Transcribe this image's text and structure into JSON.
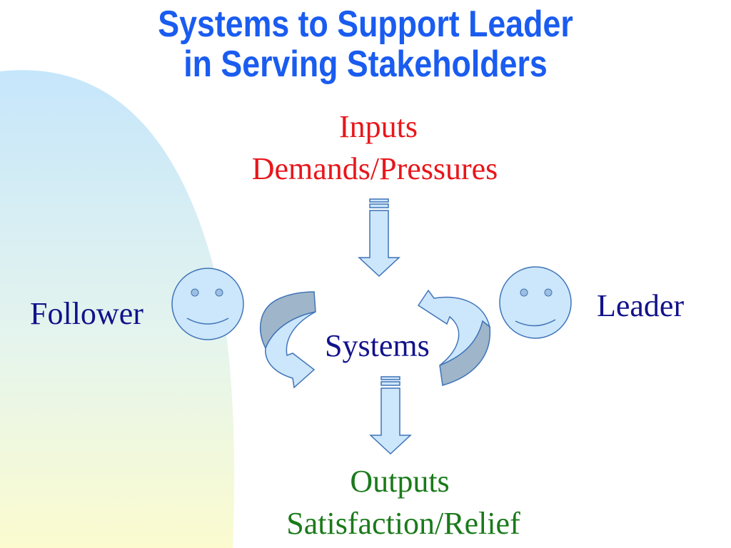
{
  "title": {
    "line1": "Systems to Support Leader",
    "line2": "in Serving Stakeholders"
  },
  "inputs": {
    "heading": "Inputs",
    "detail": "Demands/Pressures"
  },
  "outputs": {
    "heading": "Outputs",
    "detail": "Satisfaction/Relief"
  },
  "center": {
    "label": "Systems"
  },
  "left_actor": {
    "label": "Follower",
    "icon": "smiley-face-icon"
  },
  "right_actor": {
    "label": "Leader",
    "icon": "smiley-face-icon"
  },
  "colors": {
    "title": "#1a5cf0",
    "inputs_text": "#e8161b",
    "outputs_text": "#1a7a1a",
    "actor_text": "#12128a",
    "shape_fill": "#cce6fb",
    "shape_stroke": "#3f74b8"
  }
}
